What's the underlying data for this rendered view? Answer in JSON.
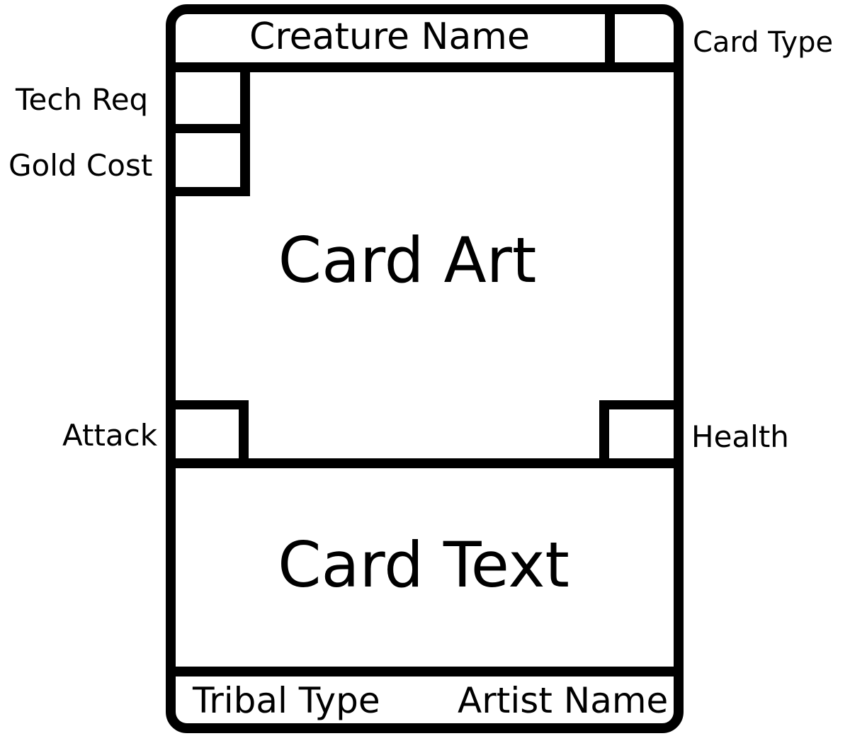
{
  "card_template": {
    "creature_name": "Creature Name",
    "card_type": "Card Type",
    "tech_req": "Tech Req",
    "gold_cost": "Gold Cost",
    "card_art": "Card Art",
    "attack": "Attack",
    "health": "Health",
    "card_text": "Card Text",
    "tribal_type": "Tribal Type",
    "artist_name": "Artist Name"
  },
  "colors": {
    "outline": "#000000",
    "background": "#ffffff"
  }
}
